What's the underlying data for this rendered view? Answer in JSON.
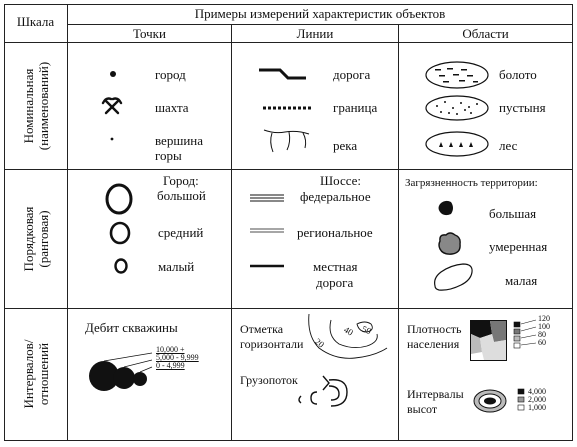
{
  "header": {
    "scale": "Шкала",
    "examples": "Примеры измерений характеристик объектов",
    "points": "Точки",
    "lines": "Линии",
    "areas": "Области"
  },
  "rows": {
    "nominal": {
      "line1": "Номинальная",
      "line2": "(наименований)"
    },
    "ordinal": {
      "line1": "Порядковая",
      "line2": "(ранговая)"
    },
    "interval": {
      "line1": "Интервалов/",
      "line2": "отношений"
    }
  },
  "nominal": {
    "points": [
      "город",
      "шахта",
      "вершина",
      "горы"
    ],
    "lines": [
      "дорога",
      "граница",
      "река"
    ],
    "areas": [
      "болото",
      "пустыня",
      "лес"
    ]
  },
  "ordinal": {
    "points": {
      "title1": "Город:",
      "title2": "большой",
      "mid": "средний",
      "small": "малый"
    },
    "lines": {
      "title": "Шоссе:",
      "fed": "федеральное",
      "reg": "региональное",
      "loc1": "местная",
      "loc2": "дорога"
    },
    "areas": {
      "title": "Загрязненность территории:",
      "big": "большая",
      "mod": "умеренная",
      "low": "малая"
    }
  },
  "interval": {
    "points": {
      "title": "Дебит скважины",
      "l1": "10,000 +",
      "l2": "5,000 - 9,999",
      "l3": "0 - 4,999"
    },
    "lines": {
      "mark1": "Отметка",
      "mark2": "горизонтали",
      "cargo": "Грузопоток",
      "c20": "20",
      "c40": "40",
      "c50": "50"
    },
    "areas": {
      "dens1": "Плотность",
      "dens2": "населения",
      "d1": "120",
      "d2": "100",
      "d3": "80",
      "d4": "60",
      "hgt1": "Интервалы",
      "hgt2": "высот",
      "h1": "4,000",
      "h2": "2,000",
      "h3": "1,000"
    }
  }
}
